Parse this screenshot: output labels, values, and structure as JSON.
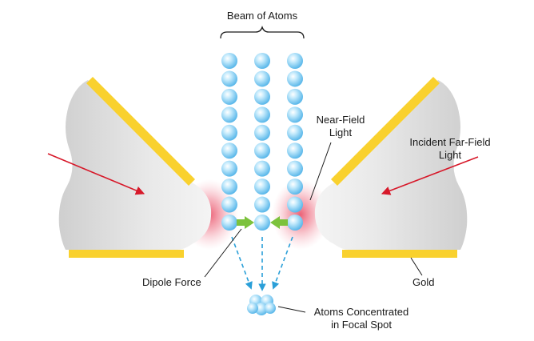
{
  "labels": {
    "beam": "Beam of Atoms",
    "near_field_1": "Near-Field",
    "near_field_2": "Light",
    "incident_1": "Incident Far-Field",
    "incident_2": "Light",
    "dipole": "Dipole Force",
    "gold": "Gold",
    "focal_1": "Atoms Concentrated",
    "focal_2": "in Focal Spot"
  },
  "colors": {
    "gold": "#f9d12e",
    "body": "#dedede",
    "laser": "#d7192a",
    "near_field_glow": "#e8475f",
    "atom": "#7ccbf3",
    "dipole_arrow": "#7cc23c",
    "trajectory": "#2a9fd8"
  },
  "atom_beam": {
    "columns": 3,
    "atoms_per_column": 10
  },
  "focal_spot": {
    "atoms": 5
  }
}
